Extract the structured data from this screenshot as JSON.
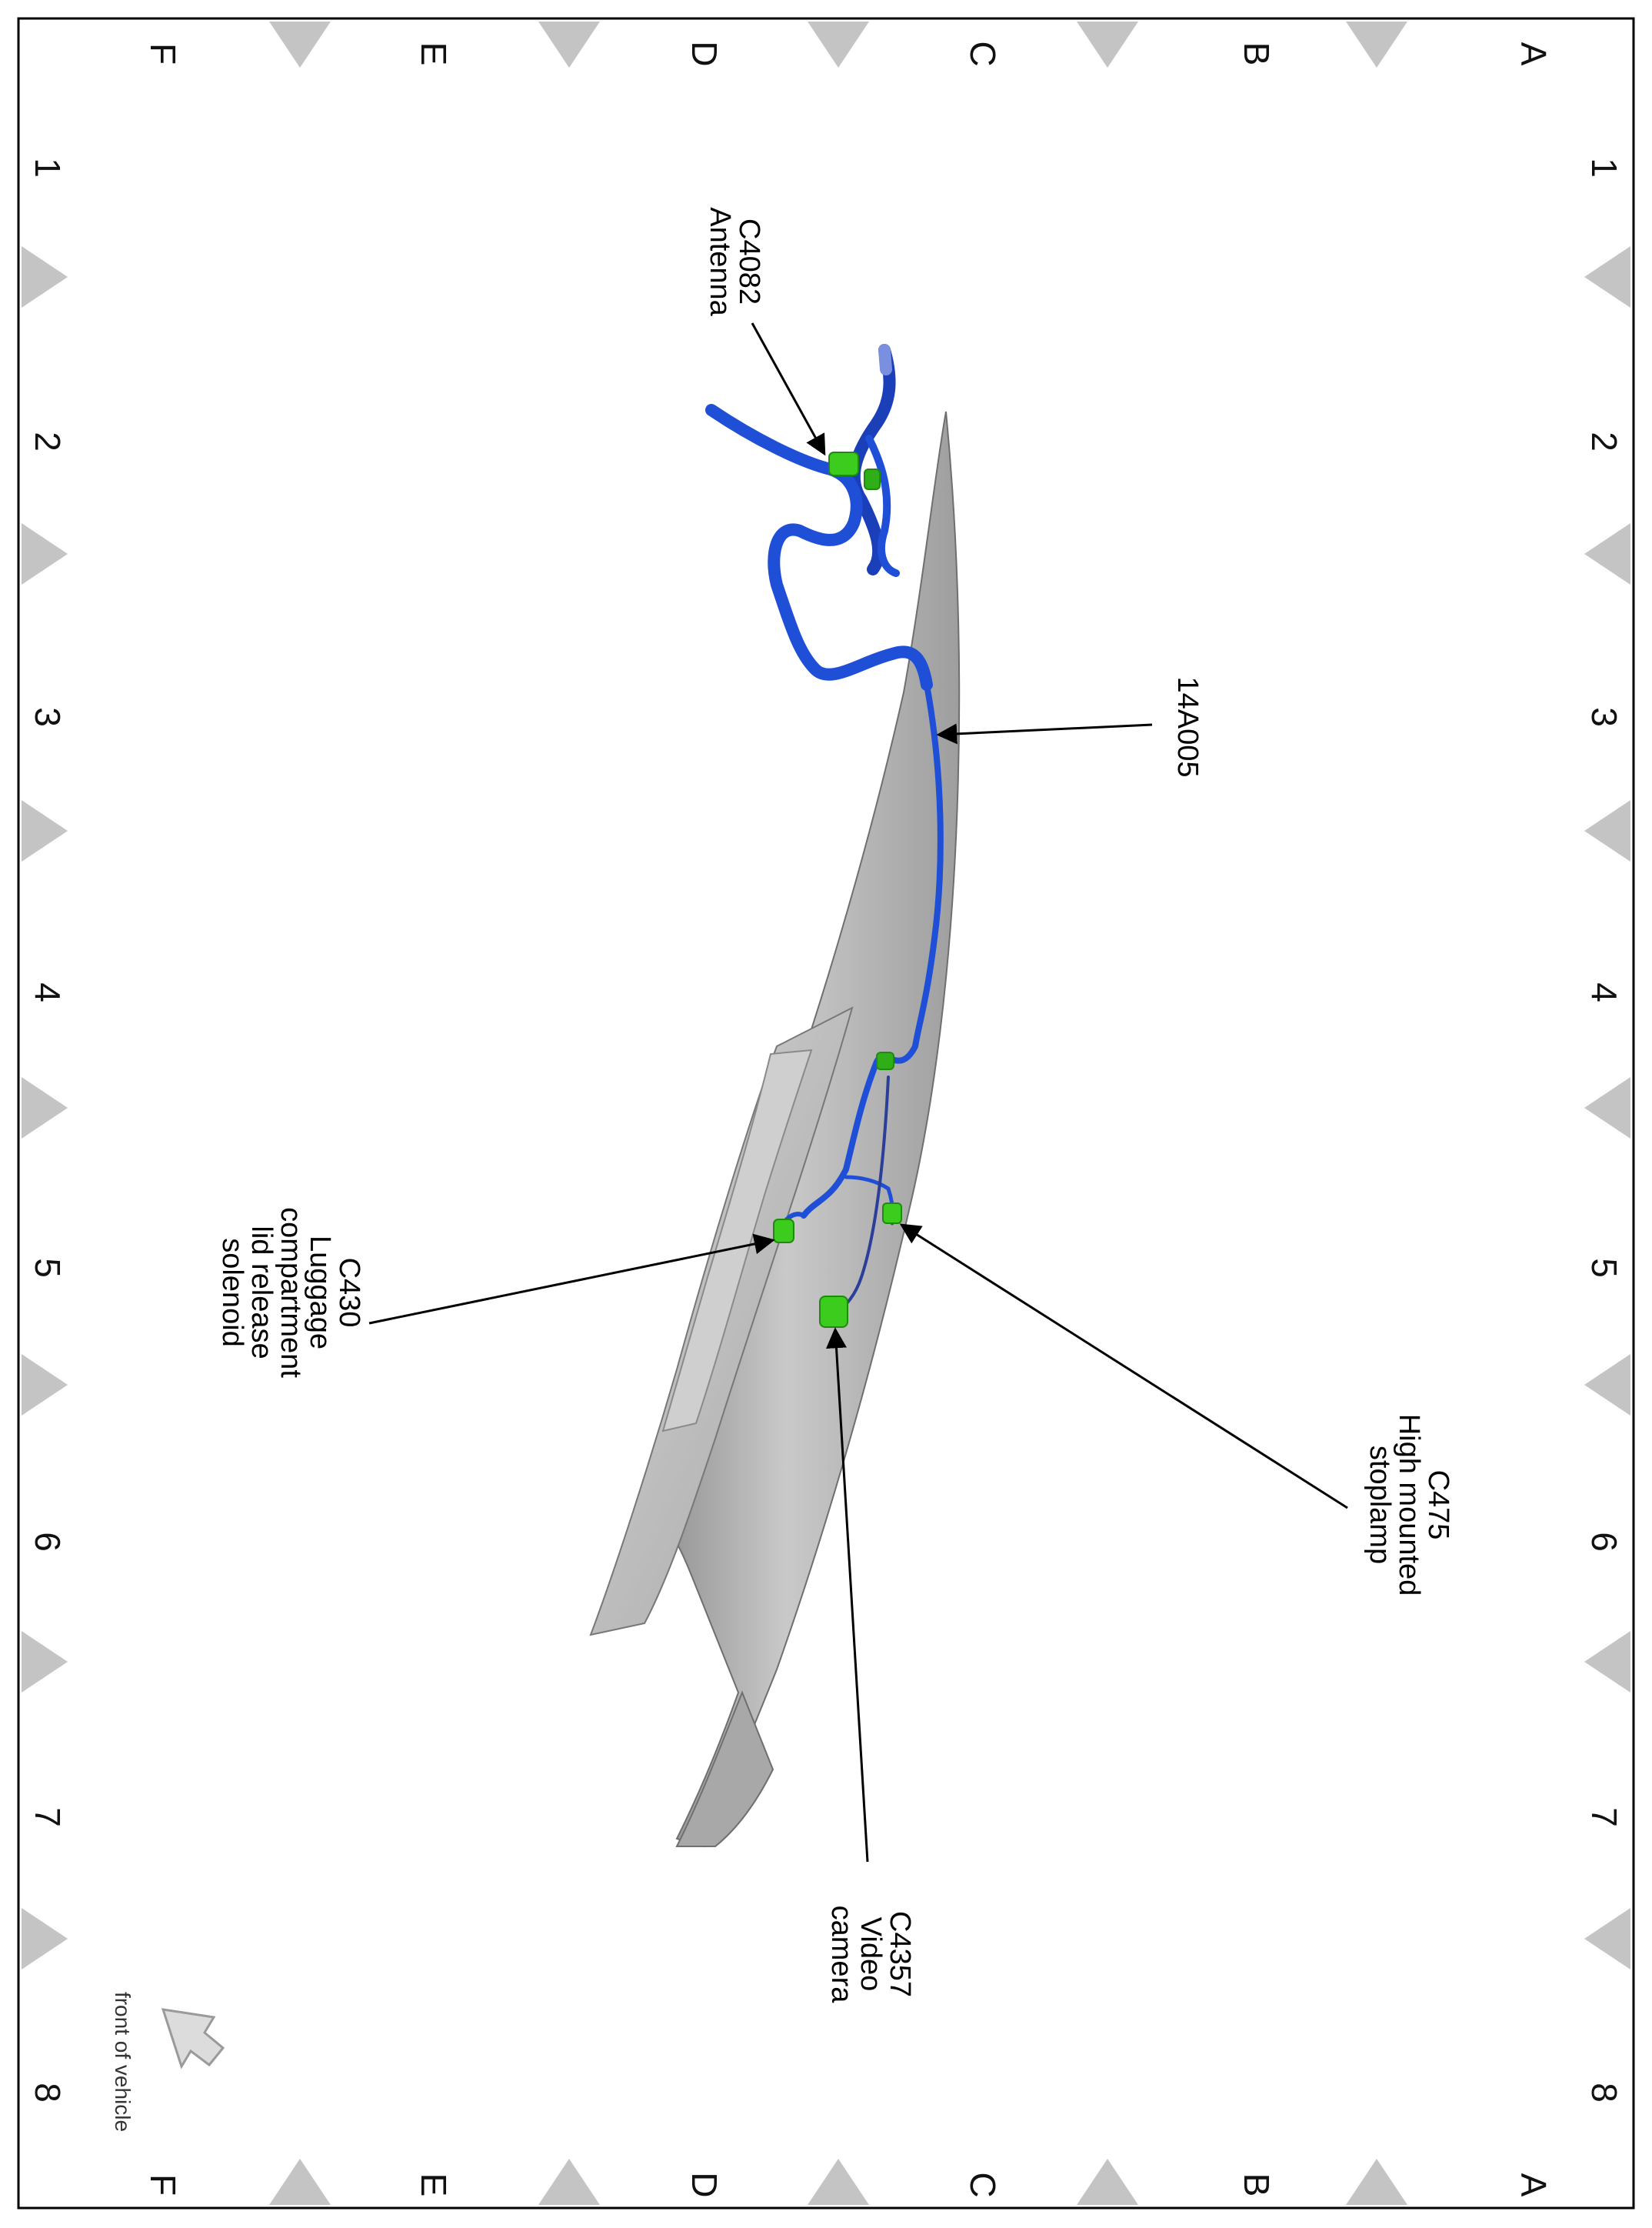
{
  "grid": {
    "row_letters": [
      "A",
      "B",
      "C",
      "D",
      "E",
      "F"
    ],
    "column_numbers": [
      "1",
      "2",
      "3",
      "4",
      "5",
      "6",
      "7",
      "8"
    ]
  },
  "callouts": {
    "antenna": [
      "C4082",
      "Antenna"
    ],
    "harness": [
      "14A005"
    ],
    "stoplamp": [
      "C475",
      "High mounted",
      "stoplamp"
    ],
    "solenoid": [
      "C430",
      "Luggage",
      "compartment",
      "lid release",
      "solenoid"
    ],
    "camera": [
      "C4357",
      "Video",
      "camera"
    ]
  },
  "orientation": {
    "label": "front of vehicle"
  },
  "colors": {
    "harness": "#1f4fd6",
    "connector": "#3ccc1e",
    "panel": "#b8b8b8",
    "frame_marker": "#c4c4c4"
  }
}
